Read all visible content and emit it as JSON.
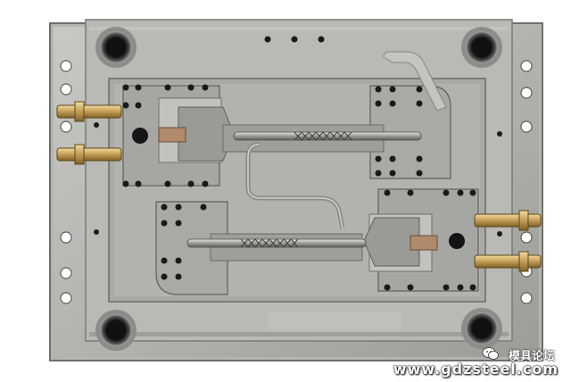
{
  "image": {
    "subject": "injection-mold-plate",
    "colors": {
      "background": "#ffffff",
      "steel_light": "#bfbfbb",
      "steel_mid": "#a3a39f",
      "steel_dark": "#7d7d79",
      "cavity": "#8f8f8b",
      "hole": "#151515",
      "brass": "#c9a35a",
      "copper_insert": "#b08a6a"
    }
  },
  "watermark": {
    "title": "模具论坛",
    "url": "www.gdzsteel.com",
    "icon": "wechat-icon"
  }
}
